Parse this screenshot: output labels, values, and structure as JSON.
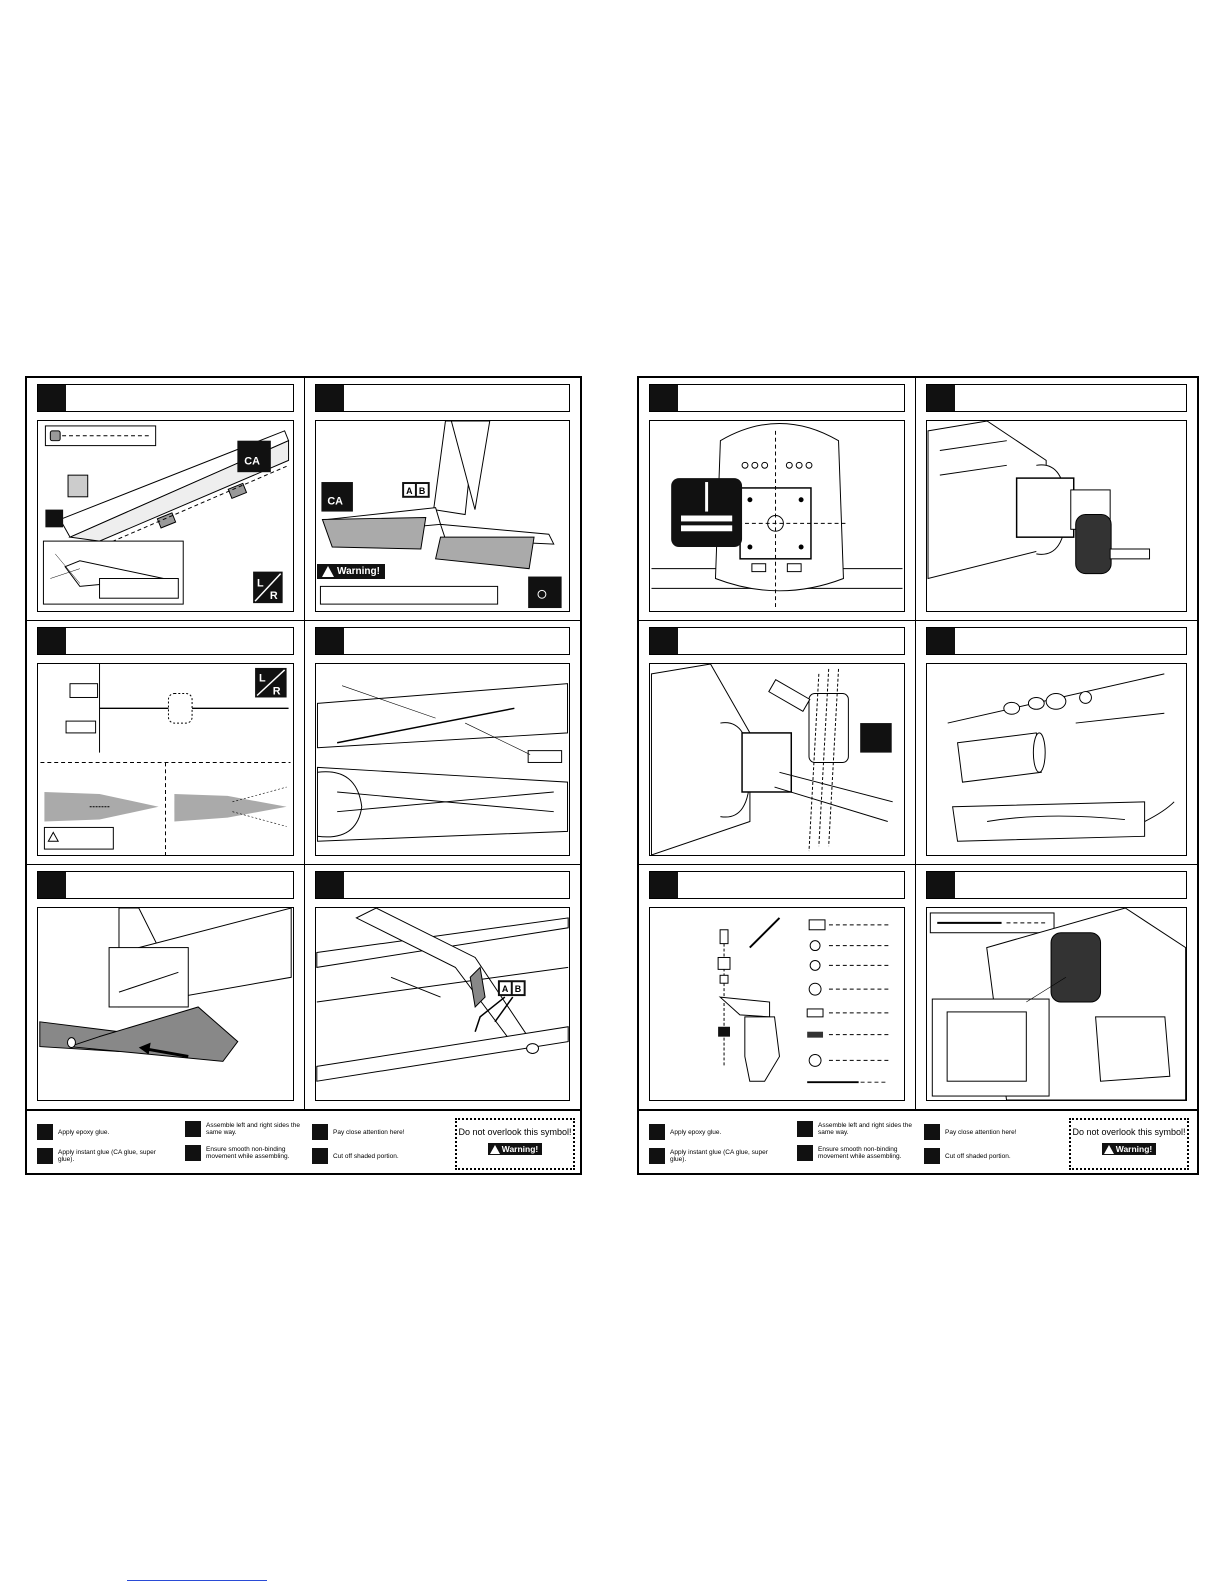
{
  "legend": {
    "epoxy": "Apply epoxy glue.",
    "instant": "Apply instant glue (CA glue, super glue).",
    "lr": "Assemble left and right sides the same way.",
    "smooth": "Ensure smooth non-binding movement while assembling.",
    "attention": "Pay close attention here!",
    "cutoff": "Cut off shaded portion.",
    "overlook": "Do not overlook this symbol!",
    "warning": "Warning!"
  },
  "icons": {
    "epoxy": "ab-glue-icon",
    "instant": "ca-glue-icon",
    "lr": "left-right-icon",
    "smooth": "smooth-movement-icon",
    "attention": "pointing-hand-icon",
    "cutoff": "cut-off-icon",
    "warning": "warning-triangle-icon"
  },
  "diagram_badges": {
    "ca": "CA",
    "ab_a": "A",
    "ab_b": "B",
    "lr_l": "L",
    "lr_r": "R",
    "warning": "Warning!"
  }
}
